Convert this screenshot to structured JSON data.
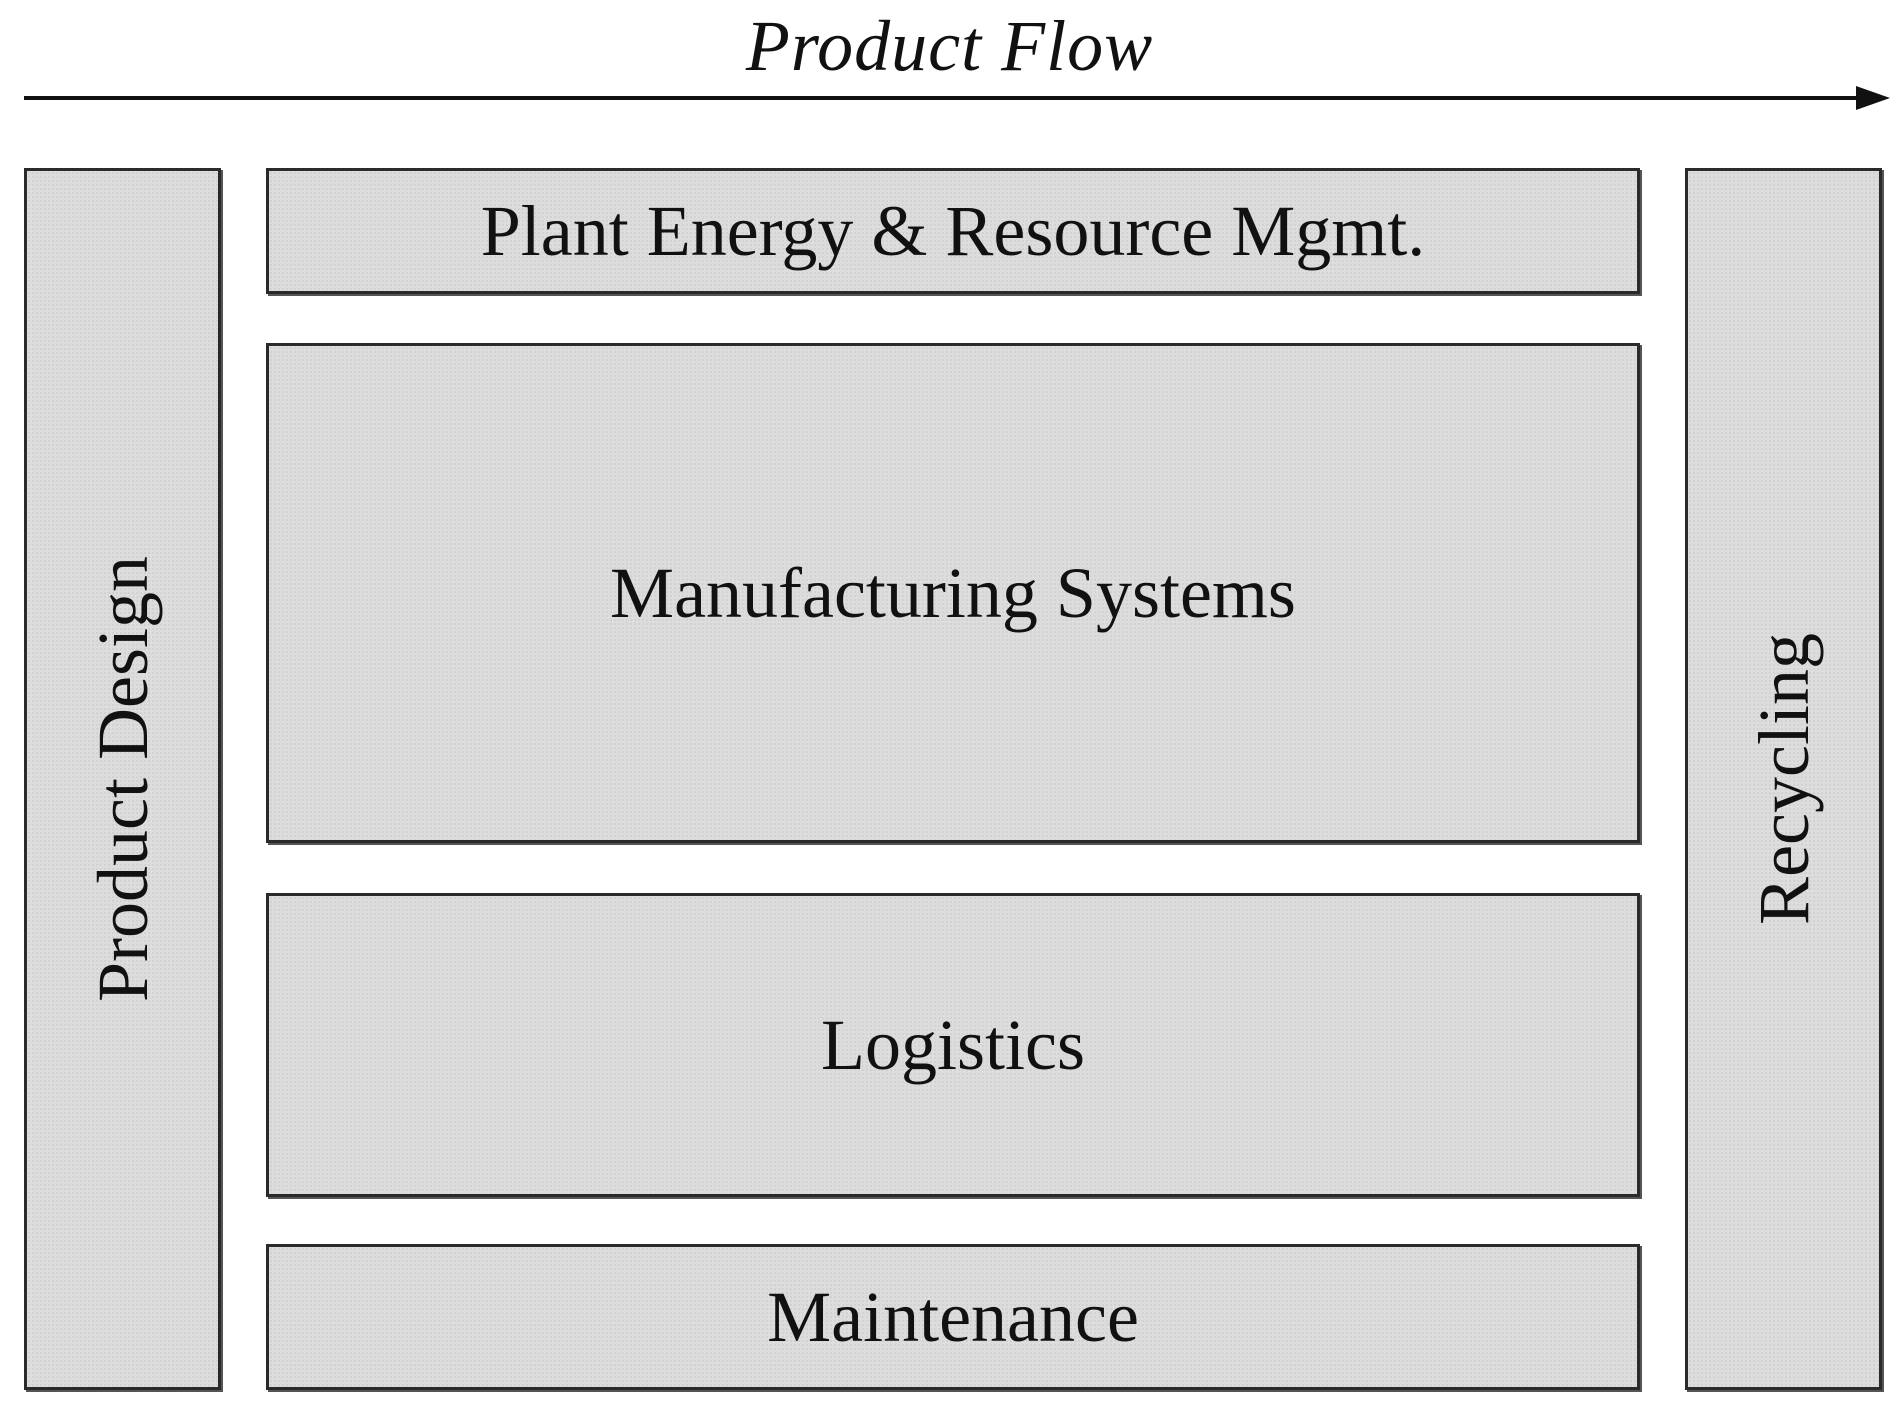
{
  "diagram": {
    "flow_label": "Product Flow",
    "left_column": {
      "label": "Product Design"
    },
    "right_column": {
      "label": "Recycling"
    },
    "center_boxes": [
      {
        "label": "Plant Energy & Resource Mgmt."
      },
      {
        "label": "Manufacturing Systems"
      },
      {
        "label": "Logistics"
      },
      {
        "label": "Maintenance"
      }
    ]
  },
  "colors": {
    "box_fill": "#dcdcdc",
    "box_border": "#2a2a2a",
    "text": "#111111"
  }
}
